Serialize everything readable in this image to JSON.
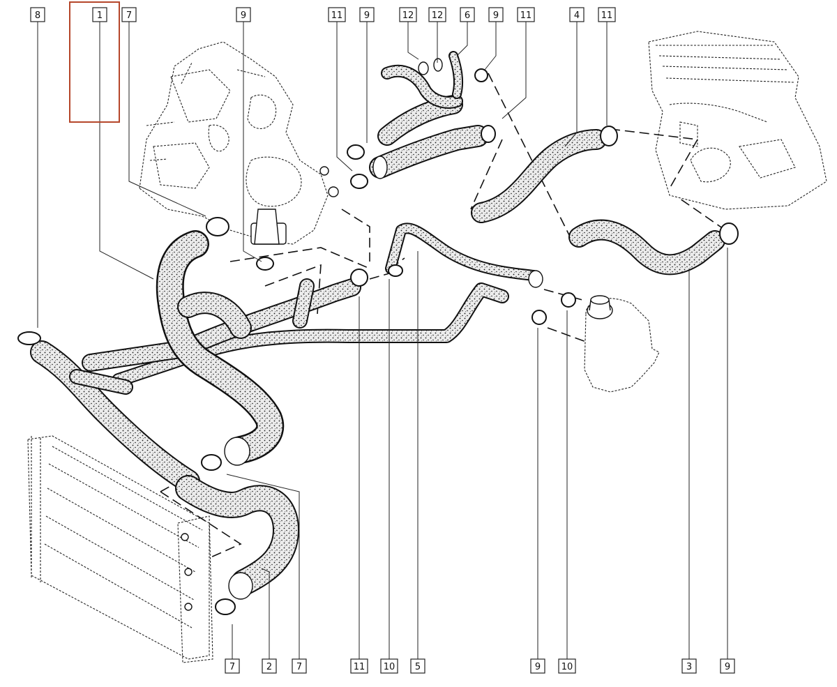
{
  "selection": {
    "highlight_color": "#b5462a"
  },
  "colors": {
    "hose_fill": "#e9e9e9",
    "hose_dots": "#1a1a1a",
    "line": "#111111"
  },
  "labels": {
    "top": [
      {
        "id": "t1",
        "text": "8"
      },
      {
        "id": "t2",
        "text": "1"
      },
      {
        "id": "t3",
        "text": "7"
      },
      {
        "id": "t4",
        "text": "9"
      },
      {
        "id": "t5",
        "text": "11"
      },
      {
        "id": "t6",
        "text": "9"
      },
      {
        "id": "t7",
        "text": "12"
      },
      {
        "id": "t8",
        "text": "12"
      },
      {
        "id": "t9",
        "text": "6"
      },
      {
        "id": "t10",
        "text": "9"
      },
      {
        "id": "t11",
        "text": "11"
      },
      {
        "id": "t12",
        "text": "4"
      },
      {
        "id": "t13",
        "text": "11"
      }
    ],
    "bottom": [
      {
        "id": "b1",
        "text": "7"
      },
      {
        "id": "b2",
        "text": "2"
      },
      {
        "id": "b3",
        "text": "7"
      },
      {
        "id": "b4",
        "text": "11"
      },
      {
        "id": "b5",
        "text": "10"
      },
      {
        "id": "b6",
        "text": "5"
      },
      {
        "id": "b7",
        "text": "9"
      },
      {
        "id": "b8",
        "text": "10"
      },
      {
        "id": "b9",
        "text": "3"
      },
      {
        "id": "b10",
        "text": "9"
      }
    ]
  }
}
